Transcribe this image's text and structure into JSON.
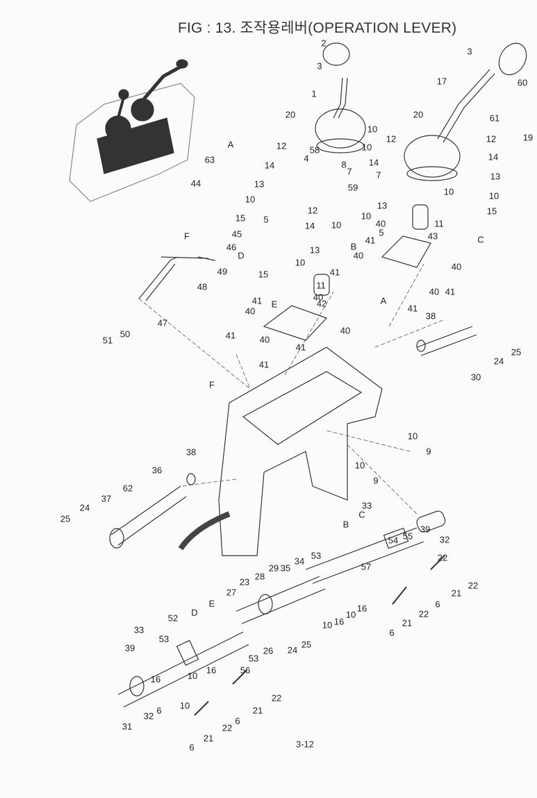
{
  "title": "FIG : 13. 조작용레버(OPERATION LEVER)",
  "page_number": "3-12",
  "labels": [
    "2",
    "3",
    "1",
    "20",
    "10",
    "12",
    "4",
    "58",
    "8",
    "59",
    "14",
    "7",
    "3",
    "17",
    "60",
    "61",
    "19",
    "12",
    "14",
    "13",
    "10",
    "15",
    "C",
    "20",
    "12",
    "10",
    "11",
    "10",
    "14",
    "7",
    "13",
    "12",
    "13",
    "10",
    "5",
    "14",
    "15",
    "D",
    "13",
    "10",
    "15",
    "11",
    "10",
    "10",
    "40",
    "5",
    "41",
    "43",
    "40",
    "B",
    "40",
    "41",
    "A",
    "40",
    "41",
    "41",
    "63",
    "A",
    "44",
    "45",
    "46",
    "F",
    "49",
    "48",
    "47",
    "50",
    "51",
    "E",
    "41",
    "40",
    "42",
    "40",
    "40",
    "41",
    "40",
    "41",
    "41",
    "F",
    "38",
    "25",
    "24",
    "30",
    "10",
    "9",
    "38",
    "36",
    "62",
    "37",
    "24",
    "25",
    "10",
    "9",
    "33",
    "32",
    "B",
    "C",
    "39",
    "55",
    "54",
    "53",
    "34",
    "35",
    "29",
    "28",
    "57",
    "22",
    "22",
    "21",
    "6",
    "22",
    "21",
    "6",
    "16",
    "10",
    "16",
    "10",
    "27",
    "23",
    "26",
    "24",
    "25",
    "E",
    "D",
    "52",
    "53",
    "33",
    "53",
    "39",
    "16",
    "56",
    "10",
    "16",
    "22",
    "21",
    "6",
    "10",
    "6",
    "22",
    "21",
    "6",
    "32",
    "31"
  ]
}
